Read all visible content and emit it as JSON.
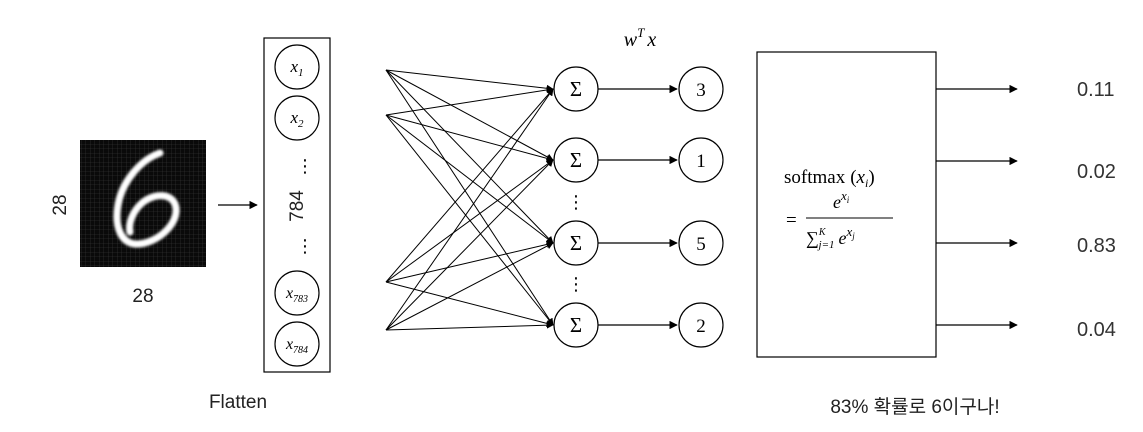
{
  "image": {
    "width_label": "28",
    "height_label": "28",
    "digit_glyph": "6"
  },
  "flatten": {
    "caption": "Flatten",
    "inputs": [
      {
        "var": "x",
        "sub": "1"
      },
      {
        "var": "x",
        "sub": "2"
      },
      {
        "var": "x",
        "sub": "783"
      },
      {
        "var": "x",
        "sub": "784"
      }
    ],
    "count_label": "784",
    "ellipsis": "⋮"
  },
  "weights": {
    "label_base": "w",
    "label_sup": "T",
    "label_var": "x"
  },
  "sum_nodes": {
    "symbol": "Σ",
    "ellipsis": "⋮"
  },
  "outputs": [
    "3",
    "1",
    "5",
    "2"
  ],
  "softmax": {
    "line1_text": "softmax",
    "line1_arg": "x",
    "line1_arg_sub": "i",
    "eq_sign": "=",
    "num_base": "e",
    "num_exp_var": "x",
    "num_exp_sub": "i",
    "den_sum": "∑",
    "den_sub": "j=1",
    "den_sup": "K",
    "den_base": "e",
    "den_exp_var": "x",
    "den_exp_sub": "j"
  },
  "probabilities": [
    "0.11",
    "0.02",
    "0.83",
    "0.04"
  ],
  "conclusion": "83% 확률로 6이구나!",
  "colors": {
    "line": "#000000",
    "image_bg": "#0a0a0a",
    "grid": "#3a3a3a",
    "digit": "#ffffff",
    "text": "#222222"
  }
}
